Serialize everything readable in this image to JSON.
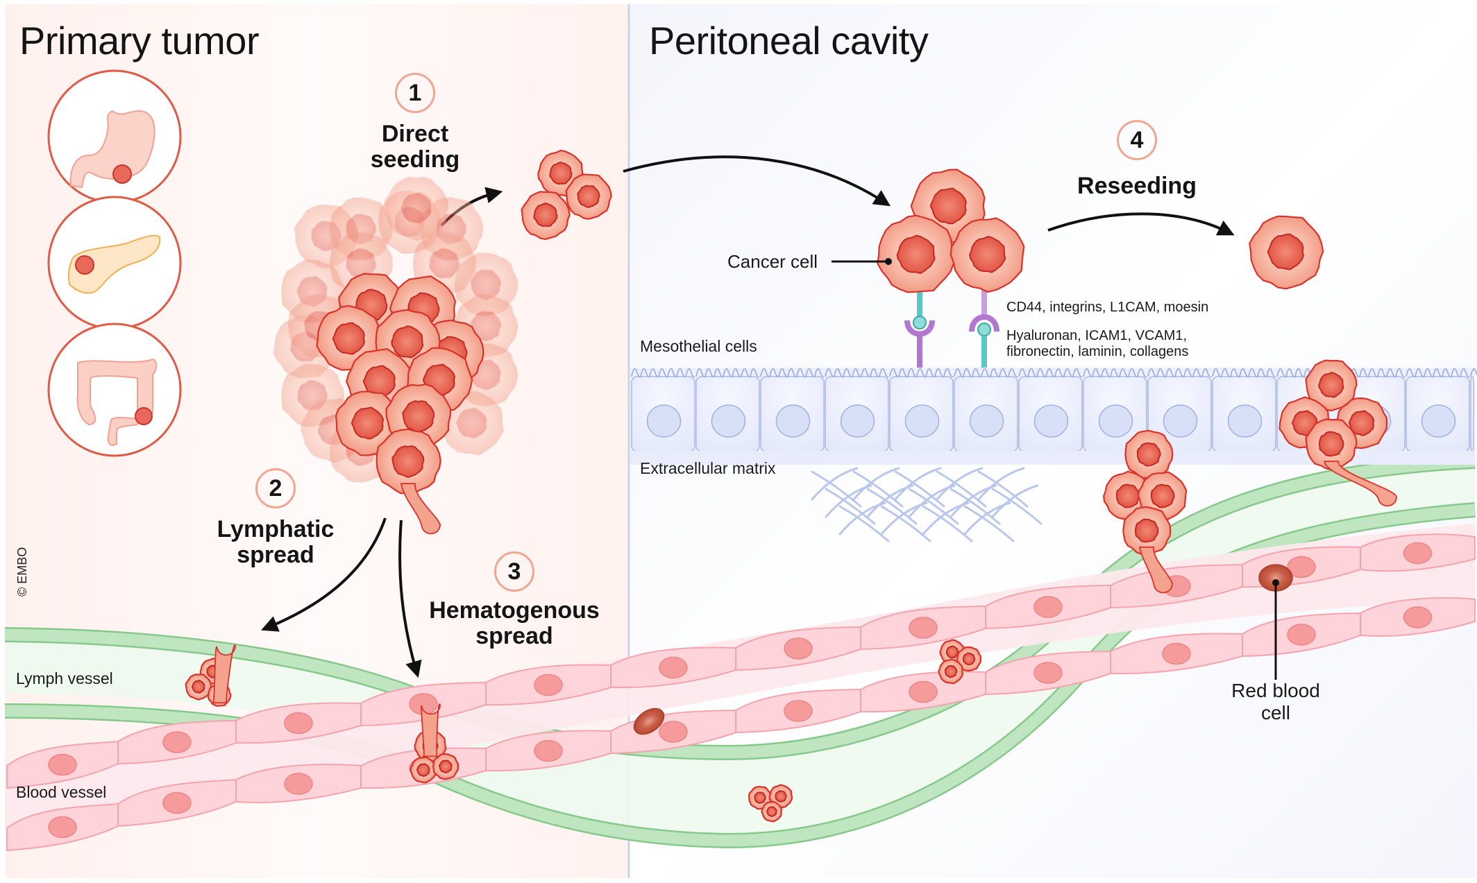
{
  "figure": {
    "copyright": "© EMBO",
    "panels": {
      "left_title": "Primary tumor",
      "right_title": "Peritoneal cavity"
    },
    "steps": [
      {
        "number": "1",
        "label_line1": "Direct",
        "label_line2": "seeding"
      },
      {
        "number": "2",
        "label_line1": "Lymphatic",
        "label_line2": "spread"
      },
      {
        "number": "3",
        "label_line1": "Hematogenous",
        "label_line2": "spread"
      },
      {
        "number": "4",
        "label_line1": "Reseeding",
        "label_line2": ""
      }
    ],
    "organs": [
      {
        "name": "stomach"
      },
      {
        "name": "pancreas"
      },
      {
        "name": "colon"
      }
    ],
    "labels": {
      "cancer_cell": "Cancer cell",
      "tumor_receptors": "CD44, integrins, L1CAM, moesin",
      "ligands_line1": "Hyaluronan, ICAM1, VCAM1,",
      "ligands_line2": "fibronectin, laminin, collagens",
      "mesothelial_cells": "Mesothelial cells",
      "extracellular_matrix": "Extracellular matrix",
      "lymph_vessel": "Lymph vessel",
      "blood_vessel": "Blood vessel",
      "red_blood_cell_line1": "Red blood",
      "red_blood_cell_line2": "cell"
    },
    "colors": {
      "left_panel_bg": "#fff4f1",
      "right_panel_bg": "#f6f7fd",
      "divider": "#c9d3ef",
      "cell_fill": "#f4a48e",
      "cell_stroke": "#d8332b",
      "nucleus_fill": "#e8685a",
      "lymph_wall": "#9fd3a0",
      "lymph_stroke": "#5aa862",
      "lymph_lumen": "#eefaf0",
      "endothelial_fill": "#ffd3da",
      "endothelial_stroke": "#f5a3ad",
      "endothelial_nucleus": "#f69b9b",
      "mesothelial_fill": "#e9edfb",
      "mesothelial_stroke": "#9fb0e0",
      "receptor_teal": "#5cc8c4",
      "receptor_purple": "#b277d0",
      "rbc": "#c5543f",
      "step_ring": "#f3a58f"
    }
  }
}
